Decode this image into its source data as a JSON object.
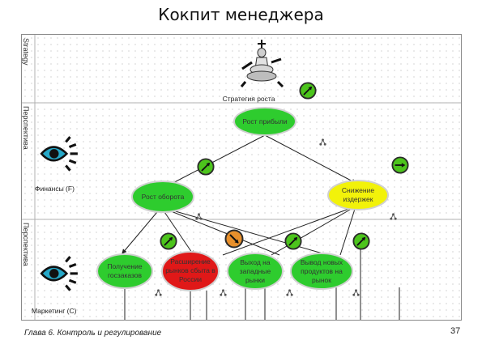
{
  "title": "Кокпит менеджера",
  "footer": {
    "chapter": "Глава 6. Контроль и регулирование",
    "page": "37"
  },
  "lanes": [
    {
      "label": "Strategy"
    },
    {
      "label": "Перспектива"
    },
    {
      "label": "Перспектива"
    }
  ],
  "perspectives": {
    "finance": "Финансы (F)",
    "marketing": "Маркетинг (C)"
  },
  "strategy_label": "Стратегия роста",
  "nodes": {
    "profit_growth": "Рост прибыли",
    "turnover_growth": "Рост оборота",
    "cost_reduction": [
      "Снижение",
      "издержек"
    ],
    "state_orders": [
      "Получение",
      "госзаказов"
    ],
    "market_expansion": [
      "Расширение",
      "рынков сбыта в",
      "России"
    ],
    "western_markets": [
      "Выход на",
      "западные",
      "рынки"
    ],
    "new_products": [
      "Вывод новых",
      "продуктов на",
      "рынок"
    ]
  },
  "colors": {
    "node_green": "#2ecc2e",
    "node_yellow": "#f2f20a",
    "node_red": "#e01818",
    "gauge_green": "#4cc41c",
    "gauge_orange": "#e8902c",
    "lane_line": "#b0b0b0"
  }
}
